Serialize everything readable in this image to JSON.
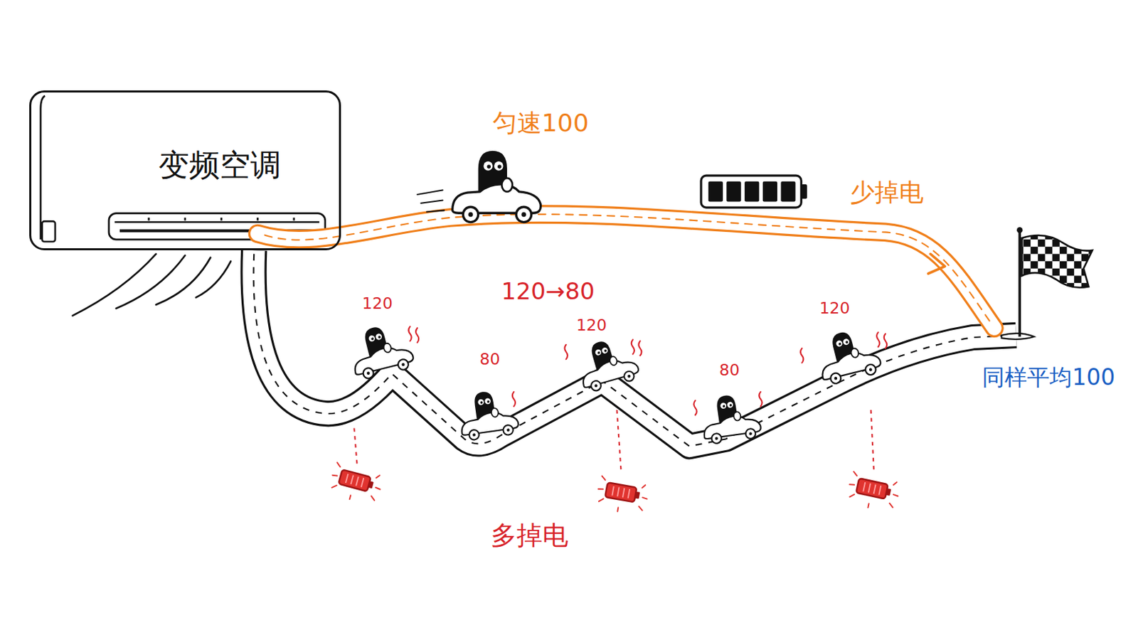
{
  "diagram": {
    "nodes": [
      {
        "text": [
          "变频空调"
        ]
      }
    ],
    "labels": [
      "匀速100",
      "少掉电",
      "120→80",
      "120",
      "80",
      "120",
      "80",
      "120",
      "同样平均100",
      "多掉电"
    ]
  }
}
